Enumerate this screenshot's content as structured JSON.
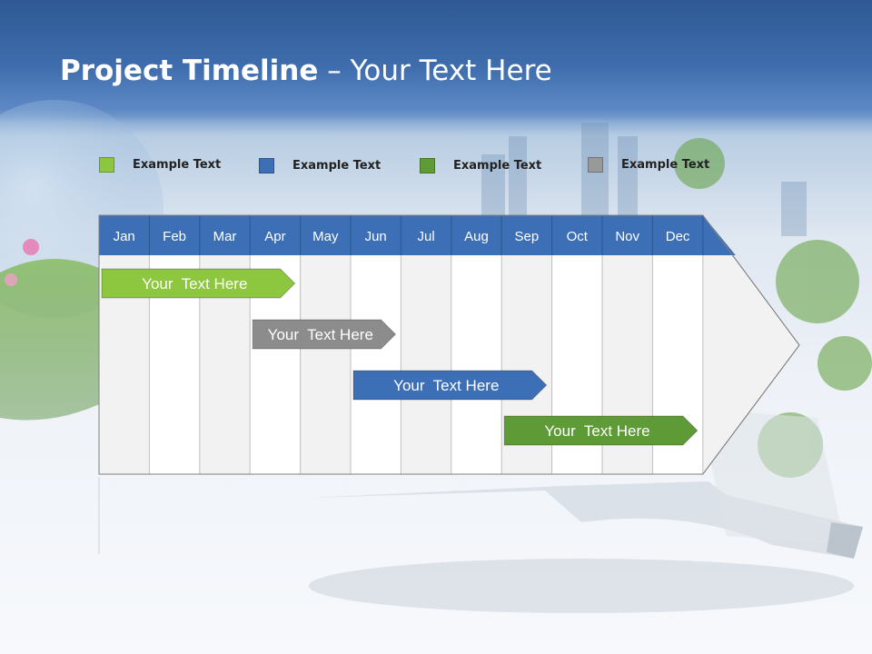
{
  "title": {
    "bold": "Project Timeline",
    "rest": " – Your Text Here"
  },
  "legend": [
    {
      "label": "Example Text",
      "color": "#8dc63f"
    },
    {
      "label": "Example Text",
      "color": "#3d6fb6"
    },
    {
      "label": "Example Text",
      "color": "#5e9a36"
    },
    {
      "label": "Example Text",
      "color": "#999999"
    }
  ],
  "months": [
    "Jan",
    "Feb",
    "Mar",
    "Apr",
    "May",
    "Jun",
    "Jul",
    "Aug",
    "Sep",
    "Oct",
    "Nov",
    "Dec"
  ],
  "colors": {
    "header": "#3d6fb6",
    "shaded_column": "#f2f2f2",
    "white_column": "#ffffff",
    "grid_line": "#bfbfbf"
  },
  "tasks": [
    {
      "label": "Your  Text Here",
      "start_month": "Jan",
      "end_month": "Apr",
      "color": "#8dc63f"
    },
    {
      "label": "Your  Text Here",
      "start_month": "Apr",
      "end_month": "Jun",
      "color": "#8c8c8c"
    },
    {
      "label": "Your  Text Here",
      "start_month": "Jun",
      "end_month": "Sep",
      "color": "#3d6fb6"
    },
    {
      "label": "Your  Text Here",
      "start_month": "Sep",
      "end_month": "Dec",
      "color": "#5e9a36"
    }
  ]
}
